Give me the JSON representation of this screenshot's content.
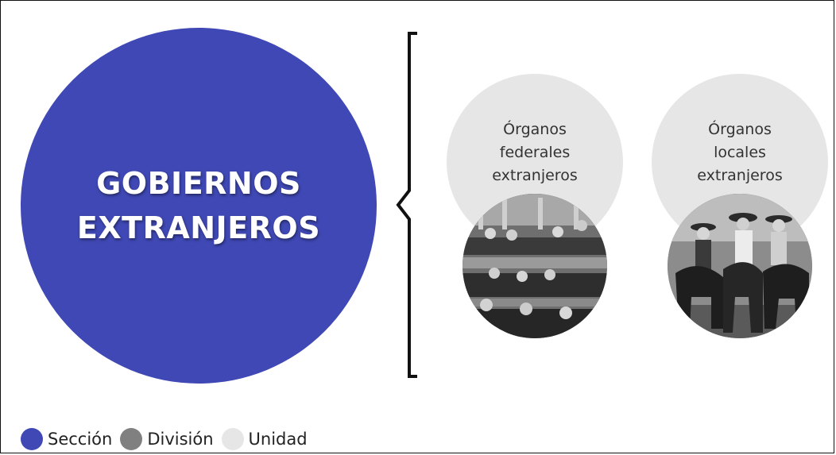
{
  "section": {
    "label": "GOBIERNOS EXTRANJEROS",
    "color": "#3f48b4"
  },
  "units": [
    {
      "label": "Órganos federales extranjeros",
      "photo": "parliament-chamber-photo"
    },
    {
      "label": "Órganos locales extranjeros",
      "photo": "horsemen-photo"
    }
  ],
  "legend": [
    {
      "label": "Sección",
      "color": "#3f48b4"
    },
    {
      "label": "División",
      "color": "#808080"
    },
    {
      "label": "Unidad",
      "color": "#e6e6e6"
    }
  ]
}
